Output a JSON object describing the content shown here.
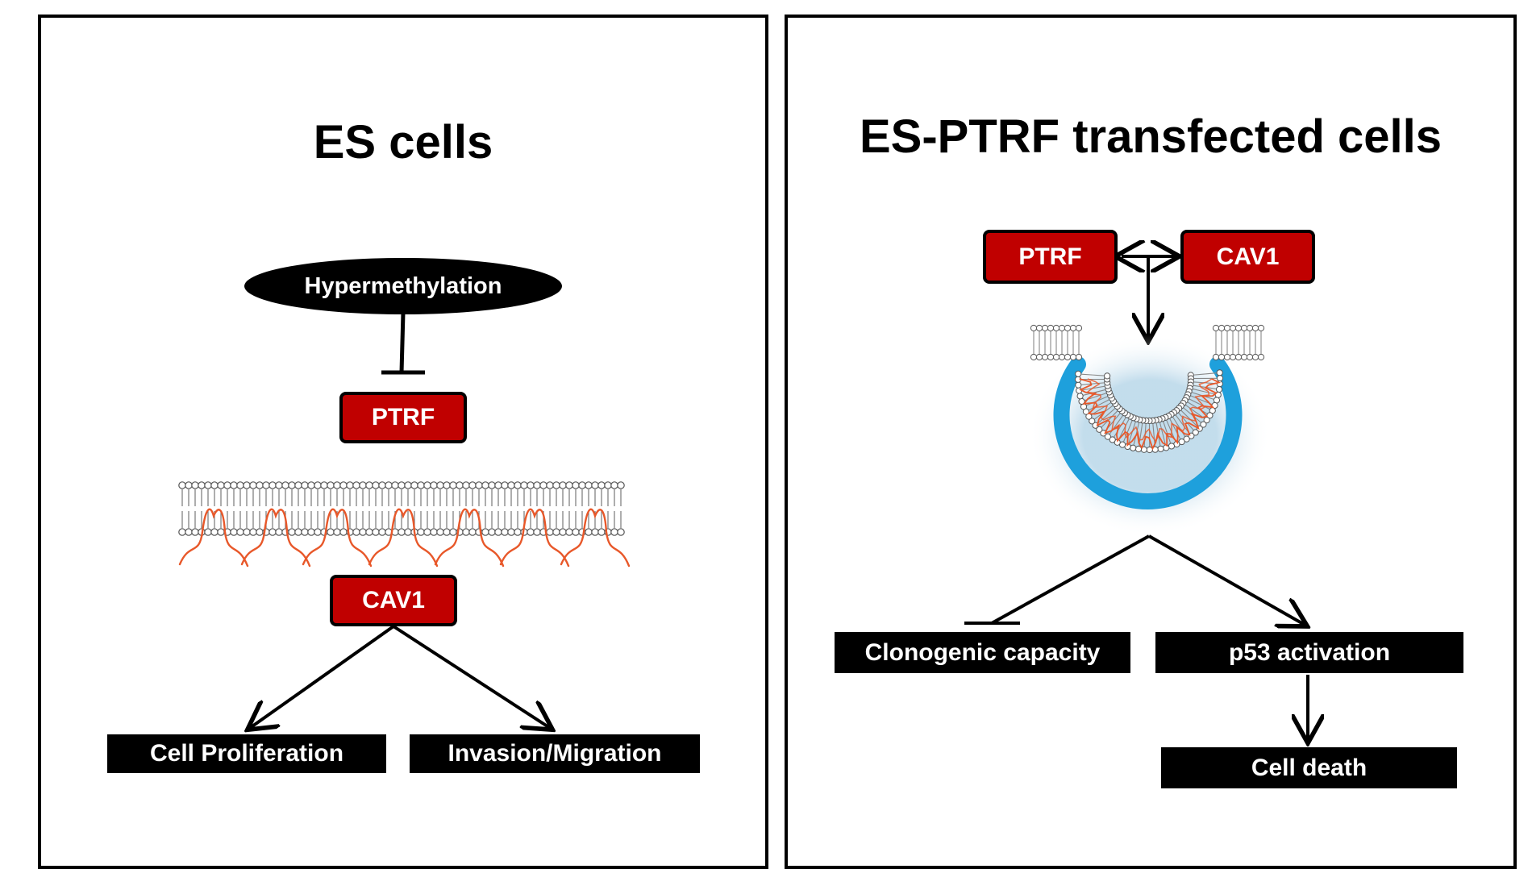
{
  "left_panel": {
    "title": "ES cells",
    "hypermethylation": "Hypermethylation",
    "ptrf": "PTRF",
    "cav1": "CAV1",
    "outcome_proliferation": "Cell Proliferation",
    "outcome_invasion": "Invasion/Migration"
  },
  "right_panel": {
    "title": "ES-PTRF transfected cells",
    "ptrf": "PTRF",
    "cav1": "CAV1",
    "outcome_clonogenic": "Clonogenic capacity",
    "outcome_p53": "p53 activation",
    "outcome_death": "Cell death"
  },
  "colors": {
    "protein_box": "#c00000",
    "outcome_box": "#000000",
    "caveolin_strand": "#e8582a",
    "caveola_coat": "#1ea0dc"
  }
}
